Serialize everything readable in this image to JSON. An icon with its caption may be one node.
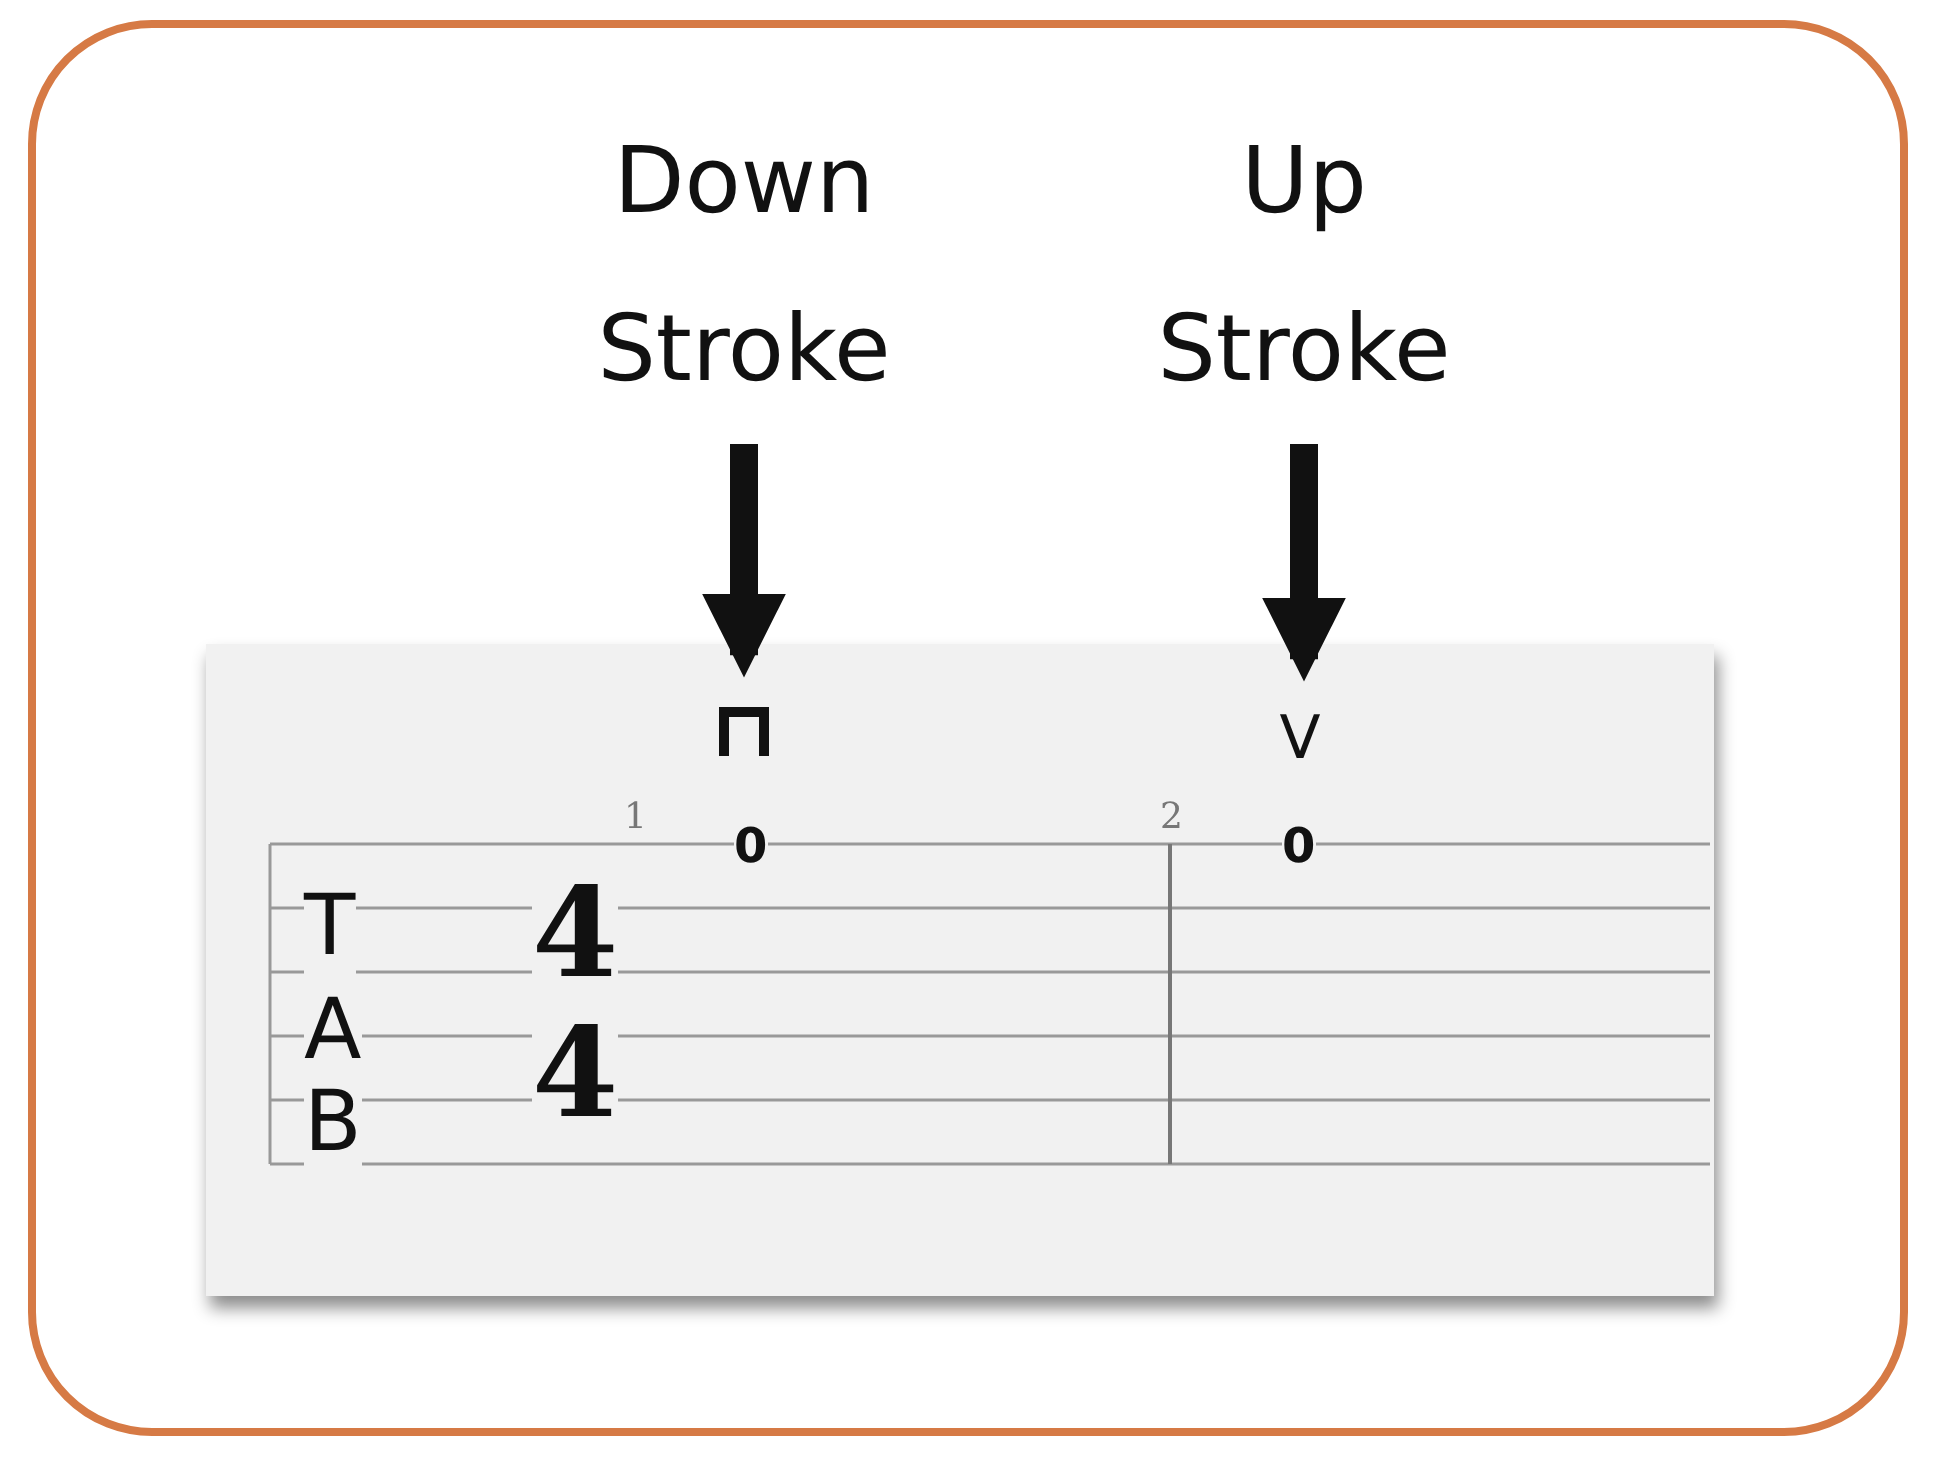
{
  "diagram": {
    "nodes": [
      {
        "text": [
          "Down Stroke"
        ]
      },
      {
        "text": [],
        "shape": "bracket"
      },
      {
        "text": [
          "Up Stroke"
        ]
      },
      {
        "text": [
          "V"
        ]
      }
    ],
    "edges": [
      {
        "from": 0,
        "to": 1,
        "arrow": "to"
      },
      {
        "from": 2,
        "to": 3,
        "arrow": "to"
      }
    ],
    "labels": [
      "1",
      "0",
      "2",
      "0",
      "T",
      "A",
      "B",
      "4",
      "4"
    ]
  }
}
